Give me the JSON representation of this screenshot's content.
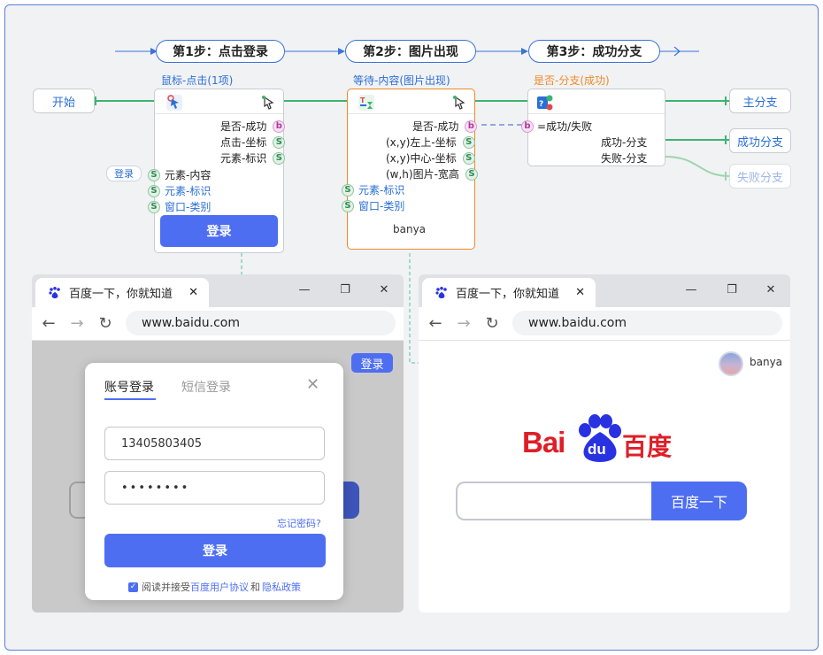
{
  "steps": [
    "第1步：点击登录",
    "第2步：图片出现",
    "第3步：成功分支"
  ],
  "terminals": {
    "start": "开始",
    "main_branch": "主分支",
    "success_branch": "成功分支",
    "fail_branch": "失败分支"
  },
  "node1": {
    "title": "鼠标-点击(1项)",
    "ports": [
      "是否-成功",
      "点击-坐标",
      "元素-标识"
    ],
    "inputs": [
      "元素-内容",
      "元素-标识",
      "窗口-类别"
    ],
    "input_chip": "登录",
    "button": "登录"
  },
  "node2": {
    "title": "等待-内容(图片出现)",
    "ports": [
      "是否-成功",
      "(x,y)左上-坐标",
      "(x,y)中心-坐标",
      "(w,h)图片-宽高"
    ],
    "inputs": [
      "元素-标识",
      "窗口-类别"
    ],
    "caption": "banya"
  },
  "node3": {
    "title": "是否-分支(成功)",
    "input": "=成功/失败",
    "ports": [
      "成功-分支",
      "失败-分支"
    ]
  },
  "port_letters": {
    "s": "S",
    "b": "b"
  },
  "browser1": {
    "tab_title": "百度一下，你就知道",
    "url": "www.baidu.com",
    "login_link": "登录",
    "modal": {
      "tab_account": "账号登录",
      "tab_sms": "短信登录",
      "phone": "13405803405",
      "password": "••••••••",
      "forgot": "忘记密码?",
      "submit": "登录",
      "agree_prefix": "阅读并接受",
      "agree_link1": "百度用户协议",
      "agree_and": "和",
      "agree_link2": "隐私政策"
    }
  },
  "browser2": {
    "tab_title": "百度一下，你就知道",
    "url": "www.baidu.com",
    "avatar_name": "banya",
    "logo_bai": "Bai",
    "logo_du": "du",
    "logo_cn": "百度",
    "search_button": "百度一下"
  },
  "colors": {
    "accent": "#4e6ef2",
    "flow_blue": "#3b73d9",
    "flow_green": "#3cb46e",
    "active_orange": "#f08a24",
    "baidu_red": "#de1f27",
    "baidu_blue": "#2932e1"
  }
}
